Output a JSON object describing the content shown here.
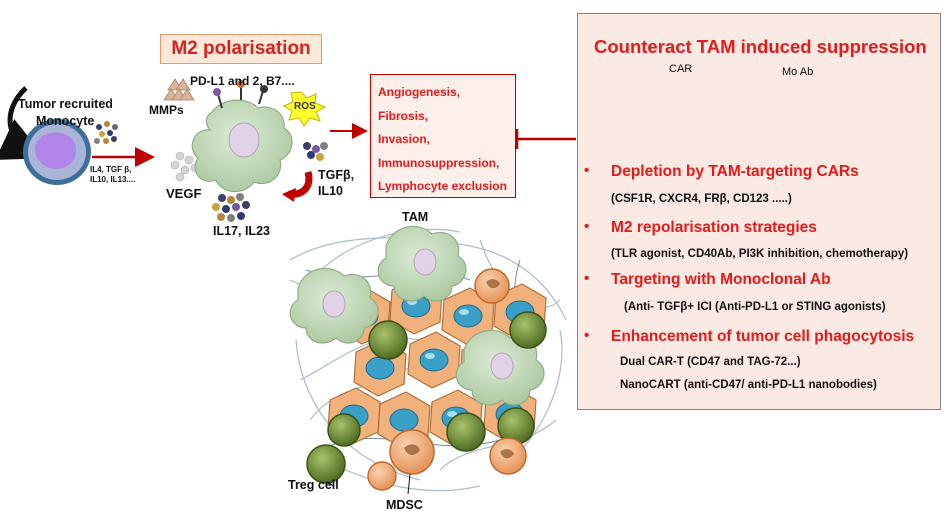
{
  "m2_polarisation": {
    "title": "M2 polarisation"
  },
  "monocyte": {
    "label_line1": "Tumor recruited",
    "label_line2": "Monocyte",
    "cytokines": [
      "IL4, TGF β,",
      "IL10, IL13...."
    ]
  },
  "macrophage": {
    "surface_markers": "PD-L1 and 2, B7....",
    "mmps": "MMPs",
    "vegf": "VEGF",
    "ros": "ROS",
    "tgf_line1": "TGFβ,",
    "tgf_line2": "IL10",
    "il17": "IL17, IL23"
  },
  "effects": [
    "Angiogenesis,",
    "Fibrosis,",
    "Invasion,",
    "Immunosuppression,",
    "Lymphocyte exclusion"
  ],
  "tumor": {
    "tam": "TAM",
    "treg": "Treg cell",
    "mdsc": "MDSC"
  },
  "panel": {
    "title": "Counteract TAM induced suppression",
    "car_label": "CAR",
    "moab_label": "Mo Ab",
    "strategies": [
      {
        "heading": "Depletion by TAM-targeting CARs",
        "details": [
          "(CSF1R, CXCR4, FRβ, CD123 .....)"
        ]
      },
      {
        "heading": "M2 repolarisation strategies",
        "details": [
          "(TLR agonist, CD40Ab, PI3K inhibition, chemotherapy)"
        ]
      },
      {
        "heading": "Targeting with Monoclonal Ab",
        "details": [
          "(Anti- TGFβ+ ICI (Anti-PD-L1 or STING agonists)"
        ]
      },
      {
        "heading": "Enhancement of tumor cell phagocytosis",
        "details": [
          "Dual CAR-T (CD47 and TAG-72...)",
          "NanoCART (anti-CD47/ anti-PD-L1 nanobodies)"
        ]
      }
    ]
  },
  "colors": {
    "accent_red": "#e31b1b",
    "tam_green": "#c7dfbf",
    "treg_green": "#5d7d2c",
    "mdsc_orange": "#f2b07a",
    "tumor_blue": "#3a9fc6"
  }
}
